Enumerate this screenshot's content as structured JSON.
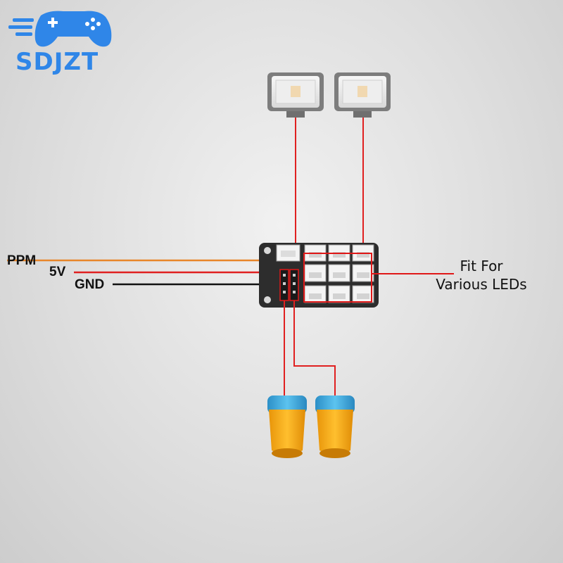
{
  "brand": {
    "logo_text": "SDJZT",
    "logo_color": "#2f86e8"
  },
  "signals": {
    "ppm": "PPM",
    "v5": "5V",
    "gnd": "GND"
  },
  "callout": {
    "line1": "Fit For",
    "line2": "Various LEDs"
  },
  "colors": {
    "ppm_wire": "#e8862a",
    "power_wire": "#e02020",
    "ground_wire": "#111111",
    "board": "#2d2d2d",
    "highlight": "#e01818",
    "light_body": "#f3a412",
    "light_cap": "#3ea9dd"
  }
}
